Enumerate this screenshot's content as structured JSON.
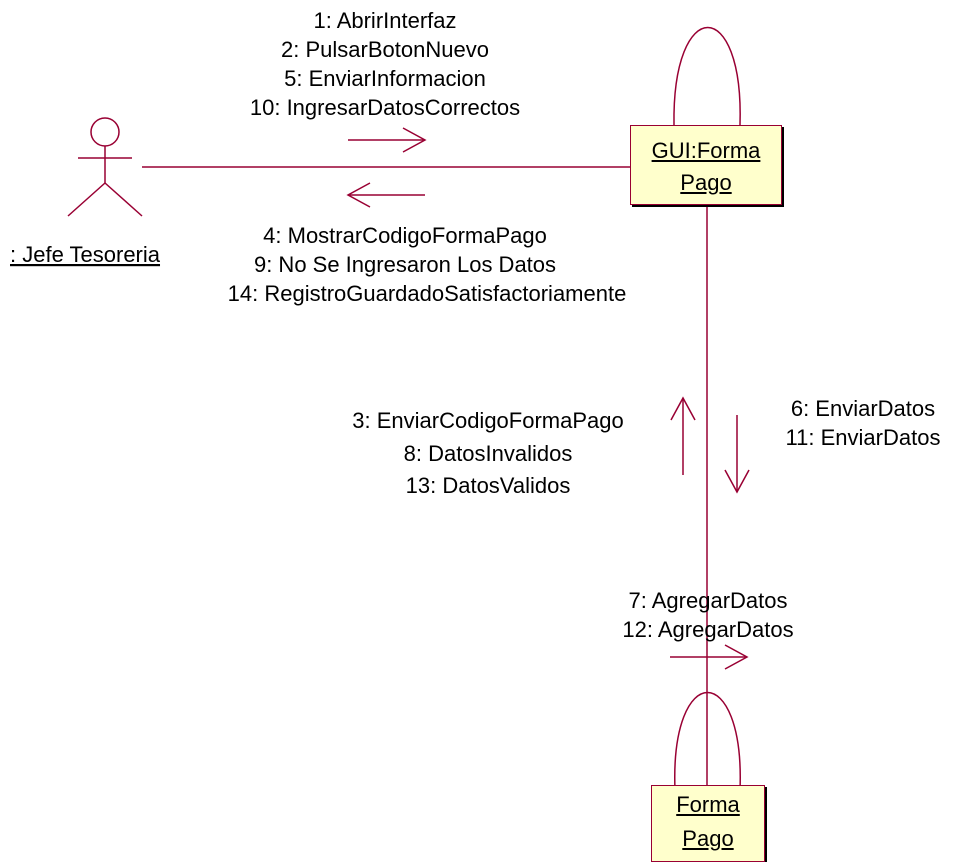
{
  "colors": {
    "line": "#990033",
    "object_fill": "#ffffcc",
    "text": "#000000"
  },
  "actor": {
    "name": ": Jefe Tesoreria",
    "icon": "stick-figure-icon"
  },
  "objects": {
    "gui": {
      "line1": "GUI:Forma",
      "line2": "Pago"
    },
    "forma": {
      "line1": "Forma",
      "line2": "Pago"
    }
  },
  "messages": {
    "actor_to_gui": [
      "1: AbrirInterfaz",
      "2: PulsarBotonNuevo",
      "5: EnviarInformacion",
      "10: IngresarDatosCorrectos"
    ],
    "gui_to_actor": [
      "4: MostrarCodigoFormaPago",
      "9: No Se Ingresaron Los Datos",
      "14: RegistroGuardadoSatisfactoriamente"
    ],
    "up_to_gui": [
      "3: EnviarCodigoFormaPago",
      "8: DatosInvalidos",
      "13: DatosValidos"
    ],
    "down_to_forma": [
      "6: EnviarDatos",
      "11: EnviarDatos"
    ],
    "forma_self": [
      "7: AgregarDatos",
      "12: AgregarDatos"
    ]
  }
}
